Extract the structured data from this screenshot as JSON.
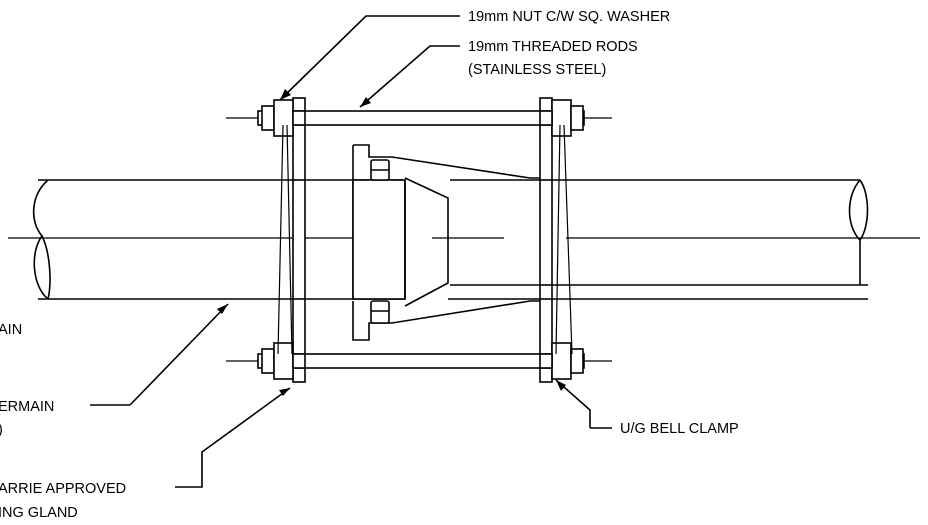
{
  "labels": {
    "nut_washer": "19mm NUT C/W SQ. WASHER",
    "rods_line1": "19mm THREADED RODS",
    "rods_line2": "(STAINLESS STEEL)",
    "main_partial": "AIN",
    "watermain_line1": "ERMAIN",
    "watermain_line2": ")",
    "gland_line1": "ARRIE APPROVED",
    "gland_line2": "ING GLAND",
    "bell_clamp": "U/G BELL CLAMP"
  }
}
